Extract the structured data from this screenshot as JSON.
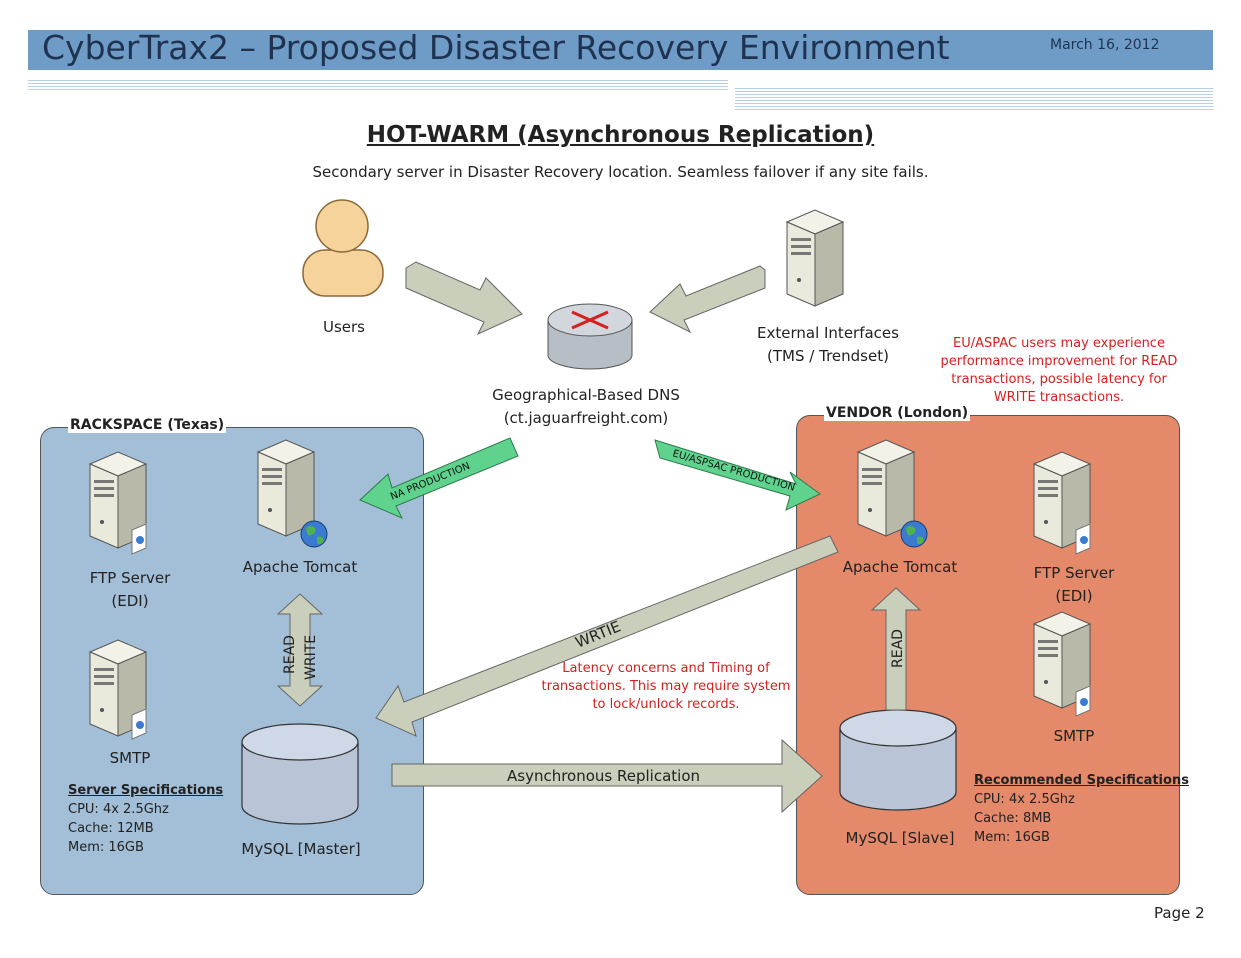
{
  "header": {
    "title": "CyberTrax2 – Proposed Disaster Recovery Environment",
    "date": "March 16, 2012"
  },
  "heading": {
    "title": "HOT-WARM (Asynchronous Replication)",
    "subtitle": "Secondary server in Disaster Recovery location. Seamless failover if any site fails."
  },
  "nodes": {
    "users": "Users",
    "external_line1": "External Interfaces",
    "external_line2": "(TMS / Trendset)",
    "dns_line1": "Geographical-Based DNS",
    "dns_line2": "(ct.jaguarfreight.com)"
  },
  "left_region": {
    "label": "RACKSPACE (Texas)",
    "ftp_line1": "FTP Server",
    "ftp_line2": "(EDI)",
    "tomcat": "Apache Tomcat",
    "smtp": "SMTP",
    "mysql": "MySQL [Master]",
    "specs_title": "Server Specifications",
    "specs": [
      "CPU: 4x 2.5Ghz",
      "Cache: 12MB",
      "Mem: 16GB"
    ]
  },
  "right_region": {
    "label": "VENDOR (London)",
    "ftp_line1": "FTP Server",
    "ftp_line2": "(EDI)",
    "tomcat": "Apache Tomcat",
    "smtp": "SMTP",
    "mysql": "MySQL [Slave]",
    "specs_title": "Recommended Specifications",
    "specs": [
      "CPU: 4x 2.5Ghz",
      "Cache: 8MB",
      "Mem: 16GB"
    ]
  },
  "arrows": {
    "na_production": "NA PRODUCTION",
    "eu_production": "EU/ASPSAC PRODUCTION",
    "read_left": "READ",
    "write_left": "WRITE",
    "read_right": "READ",
    "write_cross": "WRTIE",
    "async": "Asynchronous Replication"
  },
  "notes": {
    "eu_lines": [
      "EU/ASPAC users may experience",
      "performance improvement for READ",
      "transactions, possible latency for",
      "WRITE transactions."
    ],
    "latency_lines": [
      "Latency concerns and Timing of",
      "transactions. This may require system",
      "to lock/unlock records."
    ]
  },
  "footer": {
    "page": "Page 2"
  },
  "colors": {
    "header_bar": "#6e9cc7",
    "left_region": "#a3bfd8",
    "right_region": "#e4896a",
    "green_arrow": "#5fd38d",
    "gray_arrow": "#c9cfbb",
    "note_red": "#d62020"
  },
  "icons": [
    "user-icon",
    "router-icon",
    "server-icon",
    "globe-icon",
    "document-icon",
    "database-icon"
  ]
}
